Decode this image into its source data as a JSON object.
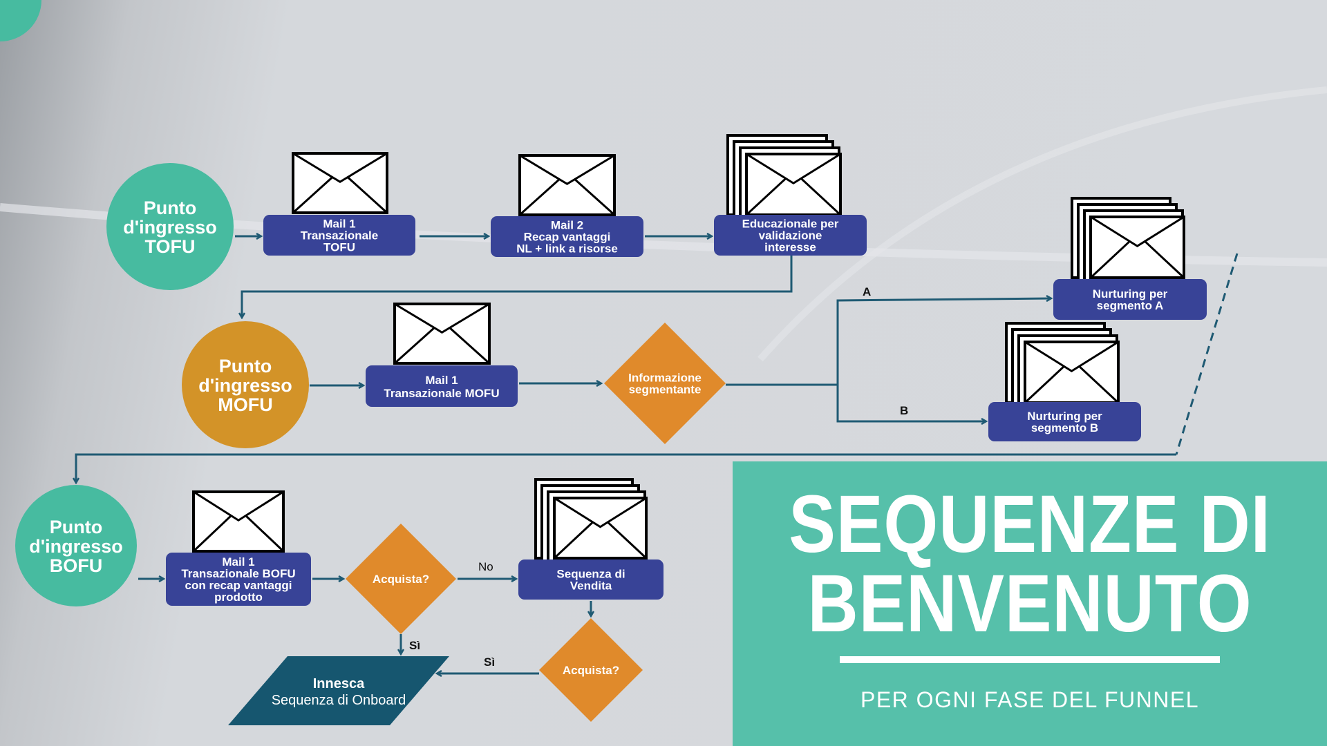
{
  "colors": {
    "teal": "#47bba0",
    "navy": "#384397",
    "orange_circle": "#d39328",
    "orange_diamond": "#e08a2b",
    "line": "#1f5a73",
    "parallelogram": "#16566f",
    "overlay": "#50bea8"
  },
  "nodes": {
    "tofu": [
      "Punto",
      "d'ingresso",
      "TOFU"
    ],
    "mail1_tofu": [
      "Mail 1",
      "Transazionale",
      "TOFU"
    ],
    "mail2": [
      "Mail 2",
      "Recap vantaggi",
      "NL + link a risorse"
    ],
    "educazionale": [
      "Educazionale per",
      "validazione",
      "interesse"
    ],
    "mofu": [
      "Punto",
      "d'ingresso",
      "MOFU"
    ],
    "mail1_mofu": [
      "Mail 1",
      "Transazionale MOFU"
    ],
    "informazione": [
      "Informazione",
      "segmentante"
    ],
    "nurt_a": [
      "Nurturing per",
      "segmento A"
    ],
    "nurt_b": [
      "Nurturing per",
      "segmento B"
    ],
    "bofu": [
      "Punto",
      "d'ingresso",
      "BOFU"
    ],
    "mail1_bofu": [
      "Mail 1",
      "Transazionale BOFU",
      "con recap vantaggi",
      "prodotto"
    ],
    "acquista1": [
      "Acquista?"
    ],
    "vendita": [
      "Sequenza di",
      "Vendita"
    ],
    "acquista2": [
      "Acquista?"
    ],
    "innesca": [
      "Innesca",
      "Sequenza di Onboard"
    ]
  },
  "edge_labels": {
    "a": "A",
    "b": "B",
    "no": "No",
    "si1": "Sì",
    "si2": "Sì"
  },
  "hero": {
    "title_line1": "SEQUENZE DI",
    "title_line2": "BENVENUTO",
    "subtitle": "PER OGNI FASE DEL FUNNEL"
  }
}
